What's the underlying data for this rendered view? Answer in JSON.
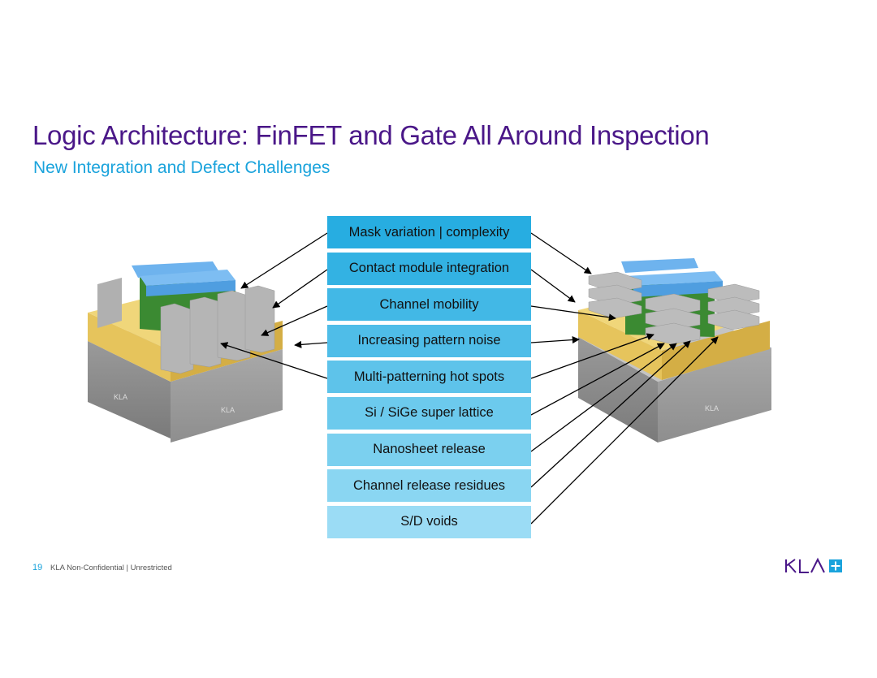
{
  "slide": {
    "title": "Logic Architecture: FinFET and Gate All Around Inspection",
    "subtitle": "New Integration and Defect Challenges",
    "page_number": "19",
    "classification": "KLA Non-Confidential | Unrestricted",
    "logo_text": "KLA",
    "logo_icon": "plus-icon",
    "colors": {
      "title": "#4a1788",
      "subtitle": "#1aa3dc",
      "box_top": "#27ade1",
      "box_bottom": "#9fe0f6",
      "gate_blue": "#4f9ee0",
      "gate_green": "#3b8a32",
      "epi_yellow": "#e6c45c",
      "silicon_gray": "#b3b3b3"
    }
  },
  "diagram": {
    "left_device": "FinFET",
    "right_device": "Gate All Around",
    "challenges": [
      {
        "label": "Mask variation | complexity",
        "color": "#27ade1"
      },
      {
        "label": "Contact module integration",
        "color": "#33b2e3"
      },
      {
        "label": "Channel mobility",
        "color": "#42b8e6"
      },
      {
        "label": "Increasing pattern noise",
        "color": "#4fbde8"
      },
      {
        "label": "Multi-patterning hot spots",
        "color": "#5ec3ea"
      },
      {
        "label": "Si / SiGe super lattice",
        "color": "#6ccaed"
      },
      {
        "label": "Nanosheet release",
        "color": "#7bd0ef"
      },
      {
        "label": "Channel release residues",
        "color": "#8ad6f2"
      },
      {
        "label": "S/D voids",
        "color": "#9bdcf5"
      }
    ]
  }
}
